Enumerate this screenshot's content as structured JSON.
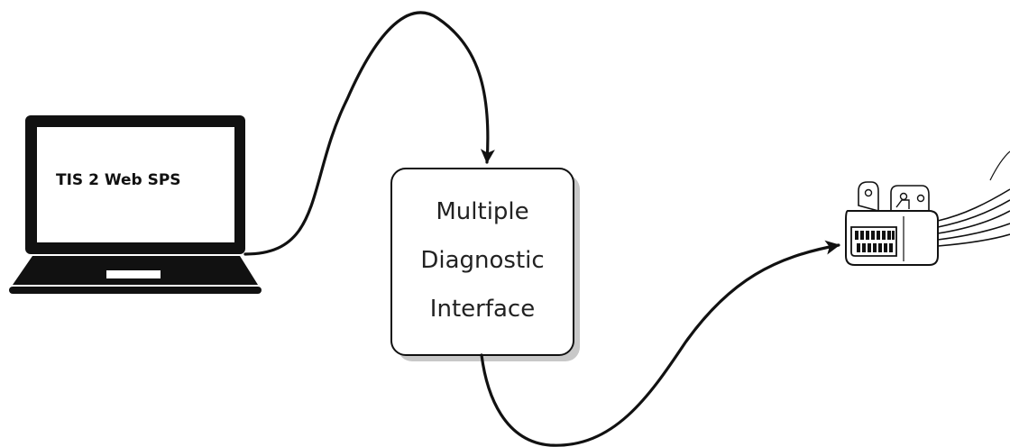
{
  "laptop": {
    "screen_text": "TIS 2 Web SPS"
  },
  "interface_box": {
    "lines": [
      "Multiple",
      "Diagnostic",
      "Interface"
    ]
  },
  "colors": {
    "line": "#111111",
    "box_fill": "#ffffff",
    "box_shadow": "#c8c8c8"
  }
}
